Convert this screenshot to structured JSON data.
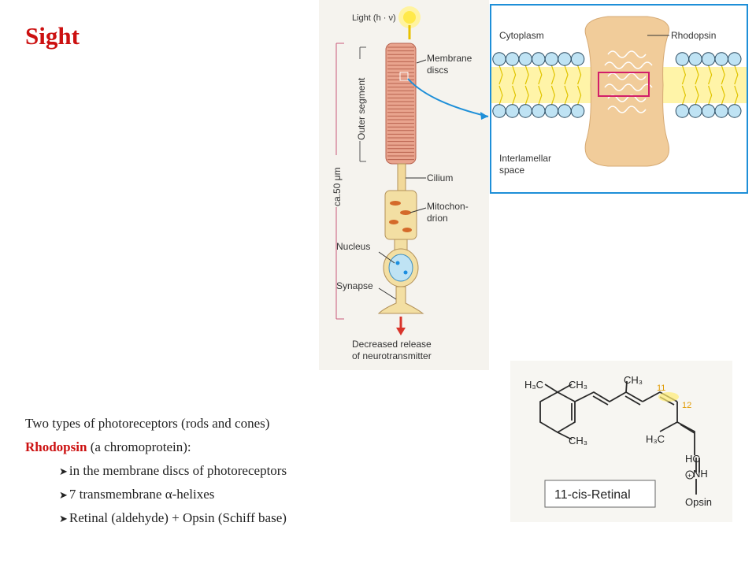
{
  "title": "Sight",
  "bullets": {
    "line1": "Two types of photoreceptors (rods and cones)",
    "line2_red": "Rhodopsin",
    "line2_rest": " (a chromoprotein):",
    "sub1": "in the membrane discs of photoreceptors",
    "sub2": "7 transmembrane α-helixes",
    "sub3": "Retinal (aldehyde) + Opsin (Schiff base)"
  },
  "rod_figure": {
    "light": "Light (h · ν)",
    "membrane1": "Membrane",
    "membrane2": "discs",
    "outer_segment": "Outer segment",
    "cilium": "Cilium",
    "mito1": "Mitochon-",
    "mito2": "drion",
    "nucleus": "Nucleus",
    "synapse": "Synapse",
    "length": "ca.50 μm",
    "release1": "Decreased release",
    "release2": "of neurotransmitter"
  },
  "membrane_box": {
    "cytoplasm": "Cytoplasm",
    "rhodopsin": "Rhodopsin",
    "interlamellar1": "Interlamellar",
    "interlamellar2": "space"
  },
  "retinal": {
    "h3c_top": "H₃C",
    "ch3_top": "CH₃",
    "ch3_top2": "CH₃",
    "ch3_bottom": "CH₃",
    "h3c_bottom": "H₃C",
    "n11": "11",
    "n12": "12",
    "hc": "HC",
    "nh": "NH",
    "plus": "+",
    "opsin": "Opsin",
    "caption": "11-cis-Retinal"
  }
}
